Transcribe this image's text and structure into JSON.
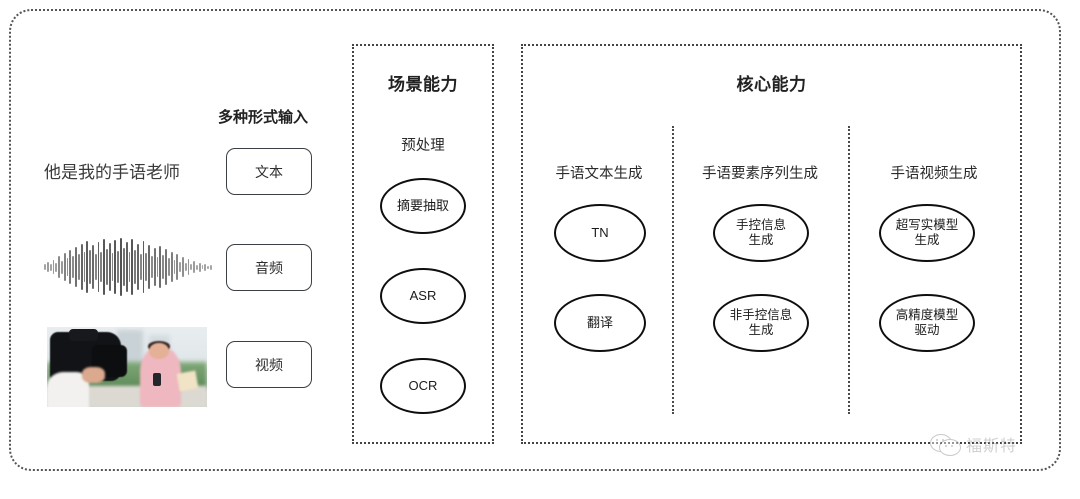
{
  "diagram": {
    "title_hidden": "",
    "input_section": {
      "heading": "多种形式输入",
      "sample_text": "他是我的手语老师",
      "modalities": [
        {
          "label": "文本",
          "icon": "text-icon"
        },
        {
          "label": "音频",
          "icon": "waveform-icon"
        },
        {
          "label": "视频",
          "icon": "video-thumbnail-icon"
        }
      ]
    },
    "scene_panel": {
      "title": "场景能力",
      "group_label": "预处理",
      "nodes": [
        "摘要抽取",
        "ASR",
        "OCR"
      ]
    },
    "core_panel": {
      "title": "核心能力",
      "columns": [
        {
          "label": "手语文本生成",
          "nodes": [
            "TN",
            "翻译"
          ]
        },
        {
          "label": "手语要素序列生成",
          "nodes": [
            "手控信息\n生成",
            "非手控信息\n生成"
          ]
        },
        {
          "label": "手语视频生成",
          "nodes": [
            "超写实模型\n生成",
            "高精度模型\n驱动"
          ]
        }
      ]
    },
    "watermark": {
      "brand": "福斯特",
      "icon": "wechat-icon"
    },
    "colors": {
      "background": "#ffffff",
      "frame_border": "#555555",
      "panel_border": "#444444",
      "node_border": "#0e0e0e",
      "text_primary": "#222222",
      "watermark": "#9a9a9a"
    }
  }
}
